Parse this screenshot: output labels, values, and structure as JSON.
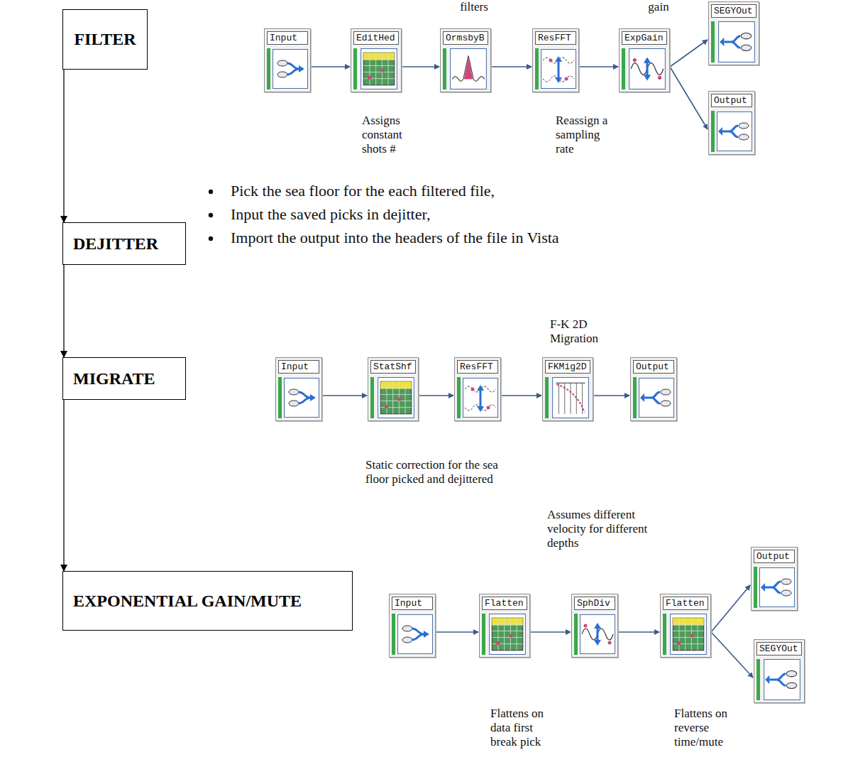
{
  "diagram": {
    "nodes": [
      {
        "text": [
          "FILTER"
        ]
      },
      {
        "text": [
          "DEJITTER"
        ]
      },
      {
        "text": [
          "MIGRATE"
        ]
      },
      {
        "text": [
          "EXPONENTIAL GAIN/MUTE"
        ]
      },
      {
        "text": [
          "Input"
        ]
      },
      {
        "text": [
          "EditHed"
        ]
      },
      {
        "text": [
          "OrmsbyB"
        ]
      },
      {
        "text": [
          "ResFFT"
        ]
      },
      {
        "text": [
          "ExpGain"
        ]
      },
      {
        "text": [
          "SEGYOut"
        ]
      },
      {
        "text": [
          "Output"
        ]
      },
      {
        "text": [
          "Input"
        ]
      },
      {
        "text": [
          "StatShf"
        ]
      },
      {
        "text": [
          "ResFFT"
        ]
      },
      {
        "text": [
          "FKMig2D"
        ]
      },
      {
        "text": [
          "Output"
        ]
      },
      {
        "text": [
          "Input"
        ]
      },
      {
        "text": [
          "Flatten"
        ]
      },
      {
        "text": [
          "SphDiv"
        ]
      },
      {
        "text": [
          "Flatten"
        ]
      },
      {
        "text": [
          "Output"
        ]
      },
      {
        "text": [
          "SEGYOut"
        ]
      }
    ],
    "edges": [
      {
        "from": 0,
        "to": 1,
        "arrow": "to"
      },
      {
        "from": 1,
        "to": 2,
        "arrow": "to"
      },
      {
        "from": 2,
        "to": 3,
        "arrow": "to"
      },
      {
        "from": 4,
        "to": 5,
        "arrow": "to"
      },
      {
        "from": 5,
        "to": 6,
        "arrow": "to"
      },
      {
        "from": 6,
        "to": 7,
        "arrow": "to"
      },
      {
        "from": 7,
        "to": 8,
        "arrow": "to"
      },
      {
        "from": 8,
        "to": 9,
        "arrow": "to"
      },
      {
        "from": 8,
        "to": 10,
        "arrow": "to"
      },
      {
        "from": 11,
        "to": 12,
        "arrow": "to"
      },
      {
        "from": 12,
        "to": 13,
        "arrow": "to"
      },
      {
        "from": 13,
        "to": 14,
        "arrow": "to"
      },
      {
        "from": 14,
        "to": 15,
        "arrow": "to"
      },
      {
        "from": 16,
        "to": 17,
        "arrow": "to"
      },
      {
        "from": 17,
        "to": 18,
        "arrow": "to"
      },
      {
        "from": 18,
        "to": 19,
        "arrow": "to"
      },
      {
        "from": 19,
        "to": 20,
        "arrow": "to"
      },
      {
        "from": 19,
        "to": 21,
        "arrow": "to"
      }
    ],
    "labels": [
      "filters",
      "gain",
      "Assigns constant shots #",
      "Reassign a sampling rate",
      "Pick the sea floor for the each filtered file,",
      "Input the saved picks in dejitter,",
      "Import the output into the headers of the file in Vista",
      "F-K 2D Migration",
      "Static correction for the sea floor picked and dejittered",
      "Assumes different velocity for different depths",
      "Flattens on data first break pick",
      "Flattens on reverse time/mute"
    ]
  }
}
